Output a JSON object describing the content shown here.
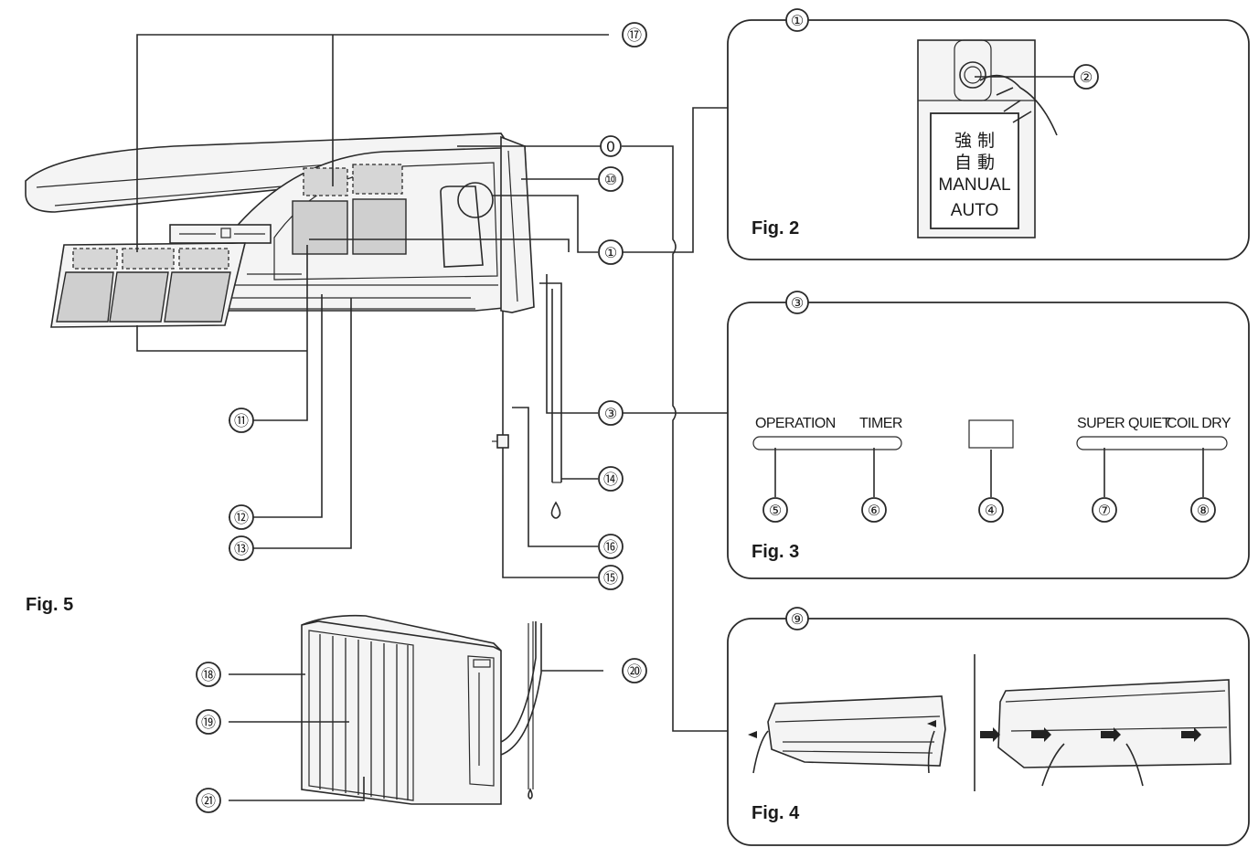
{
  "figures": {
    "fig2": "Fig. 2",
    "fig3": "Fig. 3",
    "fig4": "Fig. 4",
    "fig5": "Fig. 5"
  },
  "callouts": {
    "c0": "0",
    "c1": "①",
    "c1b": "①",
    "c2": "②",
    "c3": "③",
    "c3b": "③",
    "c4": "④",
    "c5": "⑤",
    "c6": "⑥",
    "c7": "⑦",
    "c8": "⑧",
    "c9": "⑨",
    "c10": "⑩",
    "c11": "⑪",
    "c12": "⑫",
    "c13": "⑬",
    "c14": "⑭",
    "c15": "⑮",
    "c16": "⑯",
    "c17": "⑰",
    "c18": "⑱",
    "c19": "⑲",
    "c20": "⑳",
    "c21": "㉑"
  },
  "fig2": {
    "kanji_line1": "強 制",
    "kanji_line2": "自 動",
    "label_line1": "MANUAL",
    "label_line2": "AUTO"
  },
  "fig3": {
    "operation": "OPERATION",
    "timer": "TIMER",
    "super_quiet": "SUPER QUIET",
    "coil_dry": "COIL DRY"
  }
}
